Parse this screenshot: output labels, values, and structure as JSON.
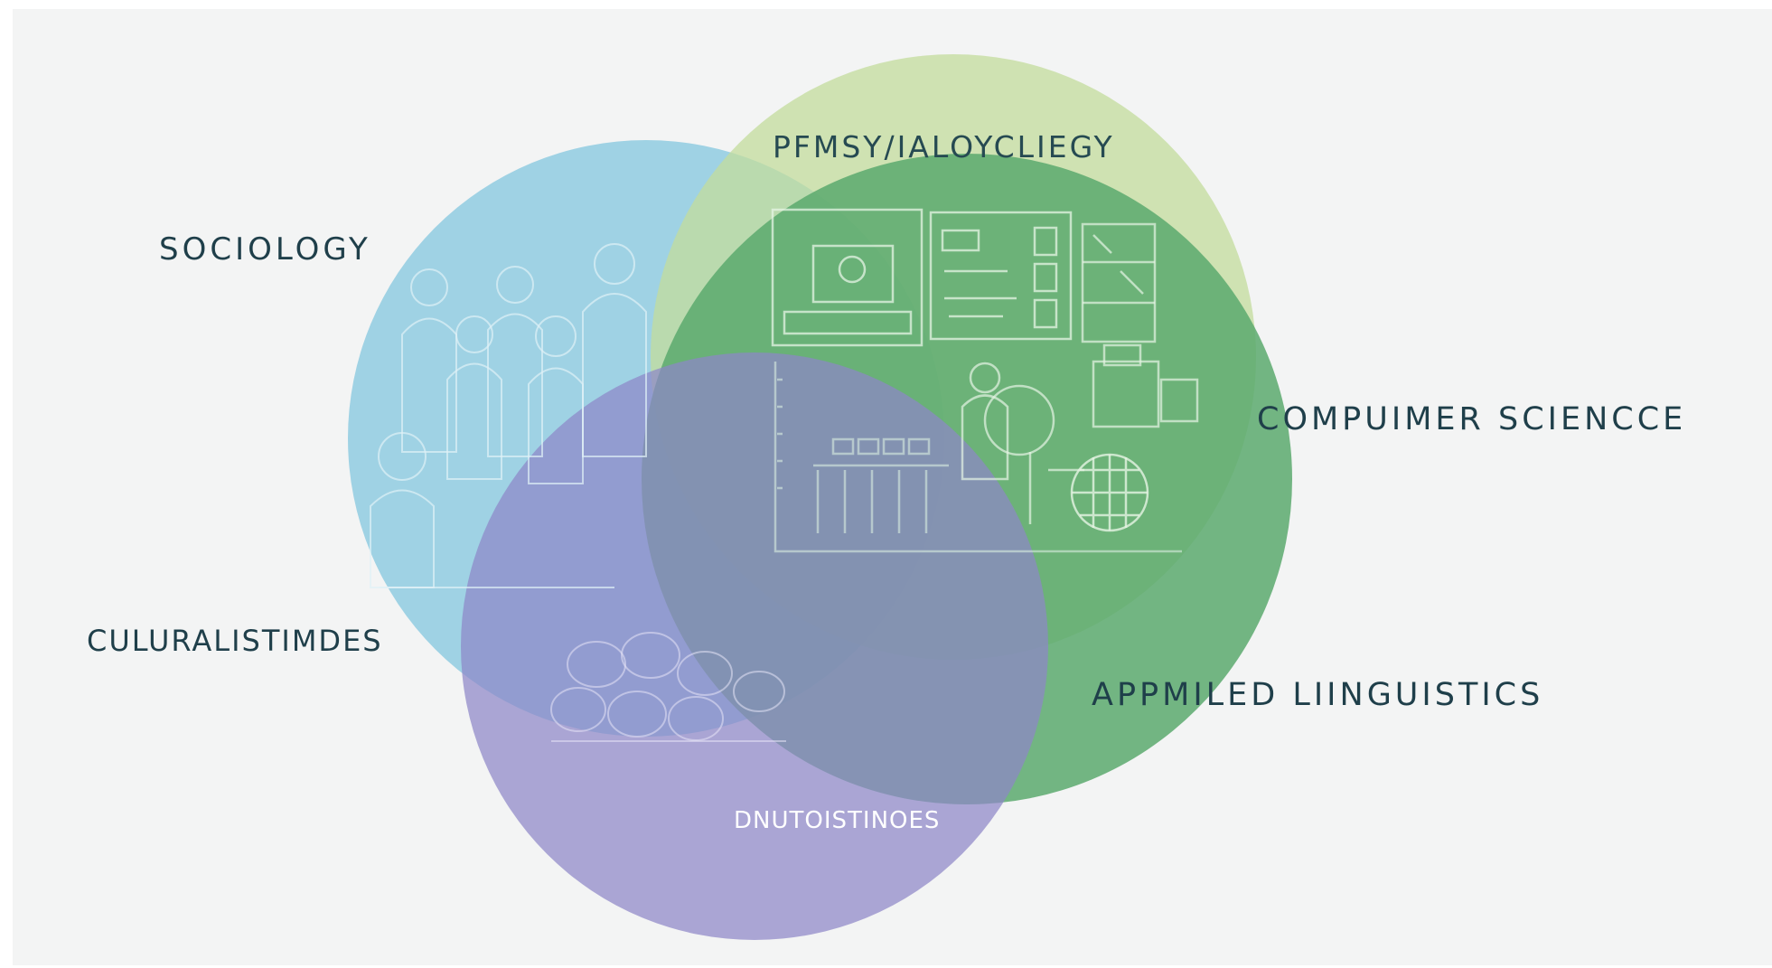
{
  "labels": {
    "sociology": "SOCIOLOGY",
    "psychology": "PFMSY/IALOYCLIEGY",
    "computer_science": "COMPUIMER SCIENCCE",
    "cultural_studies": "CULURALISTIMDES",
    "applied_linguistics": "APPMILED LIINGUISTICS",
    "inner": "DNUTOISTINOES"
  },
  "colors": {
    "sociology_circle": "#8fcbe0",
    "psychology_circle": "#c9dfa6",
    "computer_science_circle": "#5fae72",
    "linguistics_circle": "#9891cf",
    "background": "#f3f4f4",
    "text": "#1f3f4a"
  },
  "icons": [
    "people-sketch",
    "computer-screen-sketch",
    "dashboard-sketch",
    "shelves-sketch",
    "scientists-sketch",
    "globe-sketch",
    "crowd-sketch"
  ]
}
